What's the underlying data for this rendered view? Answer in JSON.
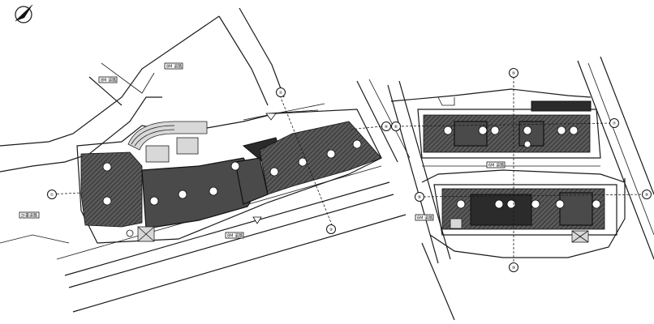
{
  "drawing": {
    "road_labels": [
      "8M 道路",
      "8M 道路",
      "8M 道路",
      "6M 道路",
      "6M 道路",
      "計畫道路"
    ],
    "north_icon": "north-arrow-icon",
    "grid_bubbles": [
      "①",
      "②",
      "③",
      "④",
      "⑤",
      "⑥",
      "⑦",
      "⑧",
      "⑨",
      "⑩"
    ],
    "colors": {
      "ink": "#1a1a1a",
      "building": "#4a4a4a",
      "paper": "#ffffff"
    }
  }
}
